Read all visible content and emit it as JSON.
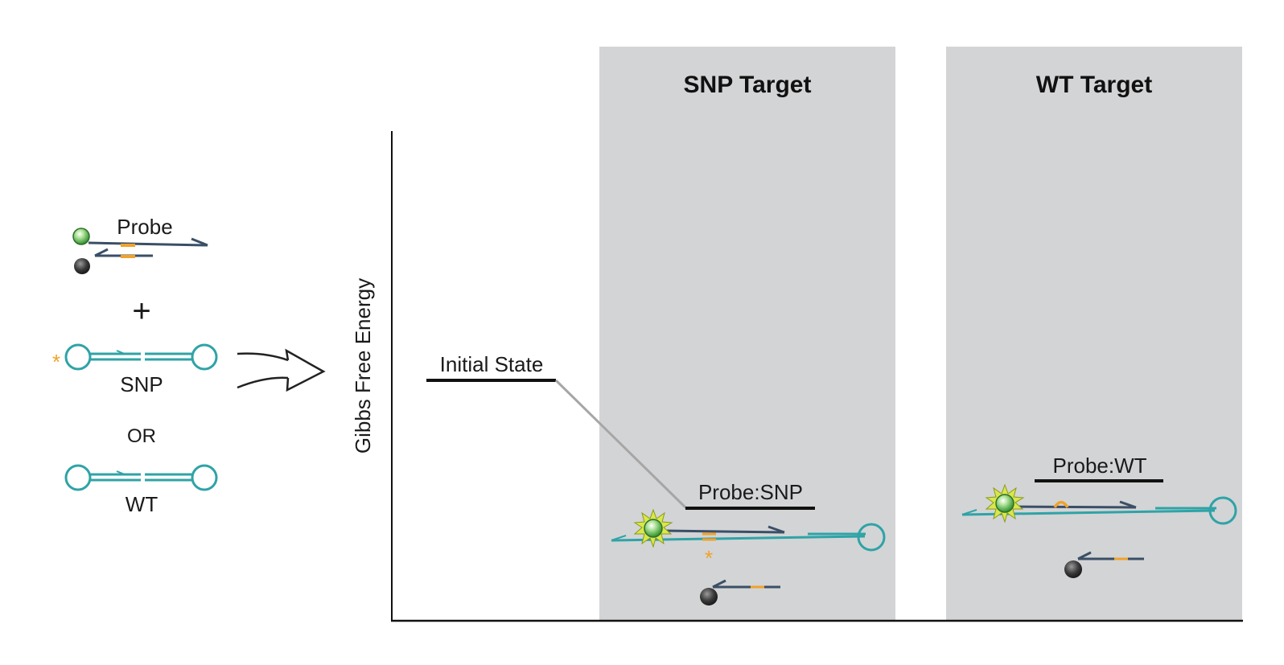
{
  "legend": {
    "probe_label": "Probe",
    "plus": "+",
    "snp_label": "SNP",
    "or_label": "OR",
    "wt_label": "WT",
    "snp_marker": "*"
  },
  "axis": {
    "ylabel": "Gibbs Free Energy"
  },
  "panels": {
    "snp_title": "SNP Target",
    "wt_title": "WT Target"
  },
  "states": {
    "initial": "Initial State",
    "probe_snp": "Probe:SNP",
    "probe_wt": "Probe:WT"
  },
  "colors": {
    "teal": "#2fa3a6",
    "navy": "#3a4f66",
    "orange": "#f0a22a",
    "panel_gray": "#d3d4d6",
    "fluor_green": "#4caf3a",
    "quencher": "#333333",
    "burst": "#d8e84a"
  }
}
